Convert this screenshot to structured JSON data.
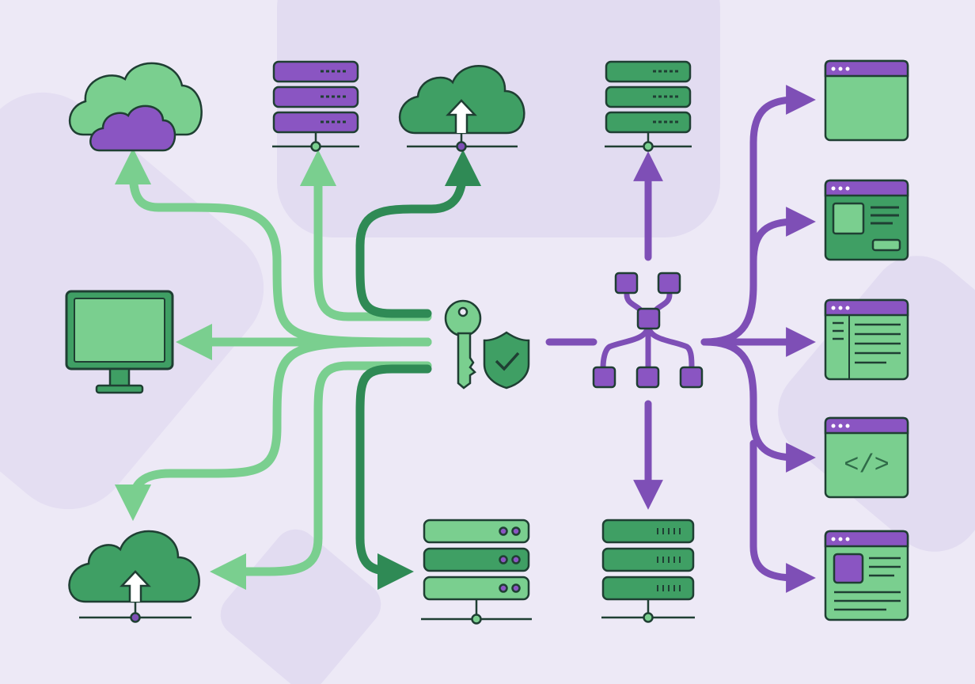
{
  "palette": {
    "background": "#ede9f6",
    "bg_shape": "#e2dcf1",
    "outline": "#1f3f33",
    "green_light": "#7acf8f",
    "green_mid": "#3f9f64",
    "green_dark": "#2f8a55",
    "purple": "#7e4fb6",
    "purple_dark": "#6a3fa0"
  },
  "diagram": {
    "hub": {
      "icons": [
        "key-icon",
        "shield-check-icon"
      ]
    },
    "distributor": {
      "icon": "network-hub-icon"
    },
    "left_targets": [
      "cloud-in-cloud-icon",
      "server-stack-icon",
      "cloud-upload-icon",
      "desktop-monitor-icon",
      "cloud-upload-icon",
      "server-stack-icon"
    ],
    "right_targets": [
      "server-stack-icon",
      "server-stack-icon",
      "browser-window-icon",
      "browser-window-icon",
      "browser-window-icon",
      "browser-window-icon",
      "browser-window-icon"
    ],
    "window_variants": [
      "blank",
      "sidebar-card",
      "two-column-list",
      "code",
      "media-article"
    ],
    "code_glyph": "</>"
  }
}
